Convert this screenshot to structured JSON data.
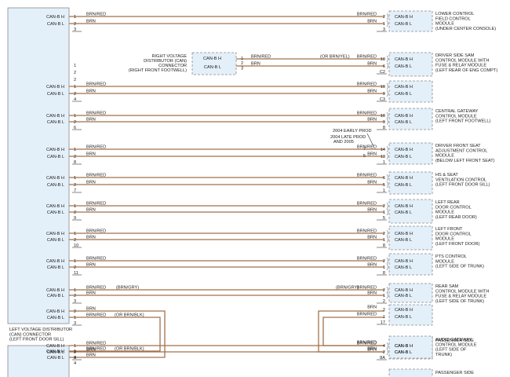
{
  "can_h": "CAN-B H",
  "can_l": "CAN-B L",
  "wire": {
    "brnred": "BRN/RED",
    "brn": "BRN",
    "brngry": "(BRN/GRY)",
    "brnyel": "(OR BRN/YEL)",
    "brnblk": "(OR BRN/BLK)"
  },
  "left_connector": {
    "title_lines": [
      "LEFT VOLTAGE DISTRIBUTOR",
      "(CAN) CONNECTOR",
      "(LEFT FRONT DOOR SILL)"
    ]
  },
  "right_connector": {
    "title_lines": [
      "RIGHT VOLTAGE",
      "DISTRIBUTOR (CAN)",
      "CONNECTOR",
      "(RIGHT FRONT FOOTWELL)"
    ]
  },
  "early_prod": "2004 EARLY PROD",
  "late_prod_lines": [
    "2004 LATE PROD",
    "AND 2005"
  ],
  "modules": [
    {
      "id": "lower-control-field",
      "lines": [
        "LOWER CONTROL",
        "FIELD CONTROL",
        "MODULE",
        "(UNDER CENTER CONSOLE)"
      ],
      "pins": [
        "2",
        "1",
        "3"
      ]
    },
    {
      "id": "driver-sam",
      "lines": [
        "DRIVER SIDE SAM",
        "CONTROL MODULE WITH",
        "FUSE & RELAY MODULE",
        "(LEFT REAR OF ENG COMPT)"
      ],
      "pins": [
        "10",
        "6",
        "C2"
      ]
    },
    {
      "id": "driver-sam-2",
      "lines": [],
      "pins": [
        "10",
        "9",
        "C3"
      ]
    },
    {
      "id": "central-gateway",
      "lines": [
        "CENTRAL GATEWAY",
        "CONTROL MODULE",
        "(LEFT FRONT FOOTWELL)"
      ],
      "pins": [
        "10",
        "9",
        "8"
      ]
    },
    {
      "id": "driver-seat",
      "lines": [
        "DRIVER FRONT SEAT",
        "ADJUSTMENT CONTROL",
        "MODULE",
        "(BELOW LEFT FRONT SEAT)"
      ],
      "pins": [
        "14",
        "13",
        "1"
      ],
      "alt_pins": [
        "7",
        "5"
      ]
    },
    {
      "id": "hs-seat",
      "lines": [
        "HS & SEAT",
        "VENTILATION CONTROL",
        "(LEFT FRONT DOOR SILL)"
      ],
      "pins": [
        "6",
        "5",
        "1"
      ]
    },
    {
      "id": "left-rear-door",
      "lines": [
        "LEFT REAR",
        "DOOR CONTROL",
        "MODULE",
        "(LEFT REAR DOOR)"
      ],
      "pins": [
        "2",
        "1",
        "5"
      ]
    },
    {
      "id": "left-front-door",
      "lines": [
        "LEFT FRONT",
        "DOOR CONTROL",
        "MODULE",
        "(LEFT FRONT DOOR)"
      ],
      "pins": [
        "2",
        "1",
        "8"
      ]
    },
    {
      "id": "pts",
      "lines": [
        "PTS CONTROL",
        "MODULE",
        "(LEFT SIDE OF TRUNK)"
      ],
      "pins": [
        "2",
        "1",
        "8"
      ]
    },
    {
      "id": "rear-sam",
      "lines": [
        "REAR SAM",
        "CONTROL MODULE WITH",
        "FUSE & RELAY MODULE",
        "(LEFT SIDE OF TRUNK)"
      ],
      "pins": [
        "2",
        "1",
        "2",
        "1",
        "17"
      ]
    },
    {
      "id": "audio-gateway",
      "lines": [
        "AUDIO GATEWAY",
        "CONTROL MODULE",
        "(LEFT SIDE OF",
        "TRUNK)"
      ],
      "pins": [
        "4",
        "2",
        "8A"
      ]
    },
    {
      "id": "passenger-side",
      "lines": [
        "PASSENGER SIDE"
      ],
      "pins": []
    }
  ],
  "left_pins": [
    [
      "1",
      "2",
      "3"
    ],
    [
      "1",
      "2"
    ],
    [
      "1",
      "2",
      "4"
    ],
    [
      "1",
      "2",
      "6"
    ],
    [
      "1",
      "2",
      "8"
    ],
    [
      "1",
      "2",
      "7"
    ],
    [
      "1",
      "2",
      "9"
    ],
    [
      "1",
      "2",
      "10"
    ],
    [
      "1",
      "2",
      "11"
    ],
    [
      "1",
      "2",
      "3"
    ],
    [
      "1",
      "2",
      "3"
    ],
    [
      "1",
      "2",
      "4"
    ]
  ],
  "right_conn_pins": [
    "1",
    "2",
    "3"
  ],
  "colors": {
    "wire": "#a0724a",
    "box_fill": "#e3f0fa",
    "box_stroke": "#8a8a8a"
  }
}
